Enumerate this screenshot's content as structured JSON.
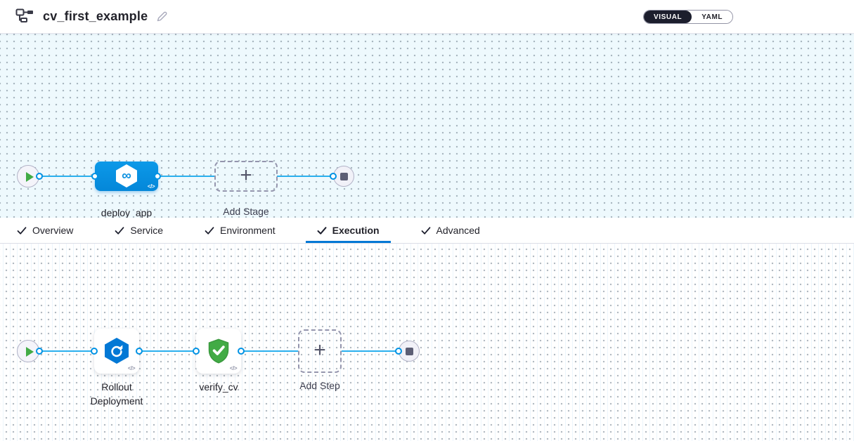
{
  "header": {
    "title": "cv_first_example",
    "view_toggle": {
      "visual": "VISUAL",
      "yaml": "YAML",
      "selected": "VISUAL"
    }
  },
  "tabs": {
    "overview": "Overview",
    "service": "Service",
    "environment": "Environment",
    "execution": "Execution",
    "advanced": "Advanced",
    "active": "Execution"
  },
  "stage_canvas": {
    "stage_label": "deploy_app",
    "add_stage_label": "Add Stage"
  },
  "step_canvas": {
    "step1_label": "Rollout Deployment",
    "step2_label": "verify_cv",
    "add_step_label": "Add Step"
  },
  "icons": {
    "code": "</>",
    "plus": "+",
    "infinity": "∞"
  },
  "colors": {
    "accent_blue": "#0278d5",
    "node_blue": "#0992e2",
    "edge_blue": "#2ab0ee",
    "success_green": "#42ab45",
    "canvas_tint": "#eef9fd",
    "toggle_dark": "#1c1e2d"
  }
}
